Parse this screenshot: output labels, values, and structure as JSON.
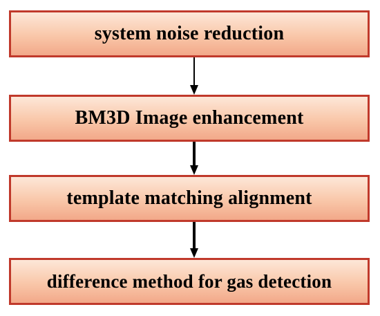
{
  "steps": [
    {
      "label": "system noise reduction"
    },
    {
      "label": "BM3D Image enhancement"
    },
    {
      "label": "template matching alignment"
    },
    {
      "label": "difference method for gas detection"
    }
  ],
  "colors": {
    "box_border": "#c0392b",
    "box_fill_top": "#fde7d8",
    "box_fill_bottom": "#f2a889",
    "arrow": "#000000",
    "text": "#000000"
  }
}
